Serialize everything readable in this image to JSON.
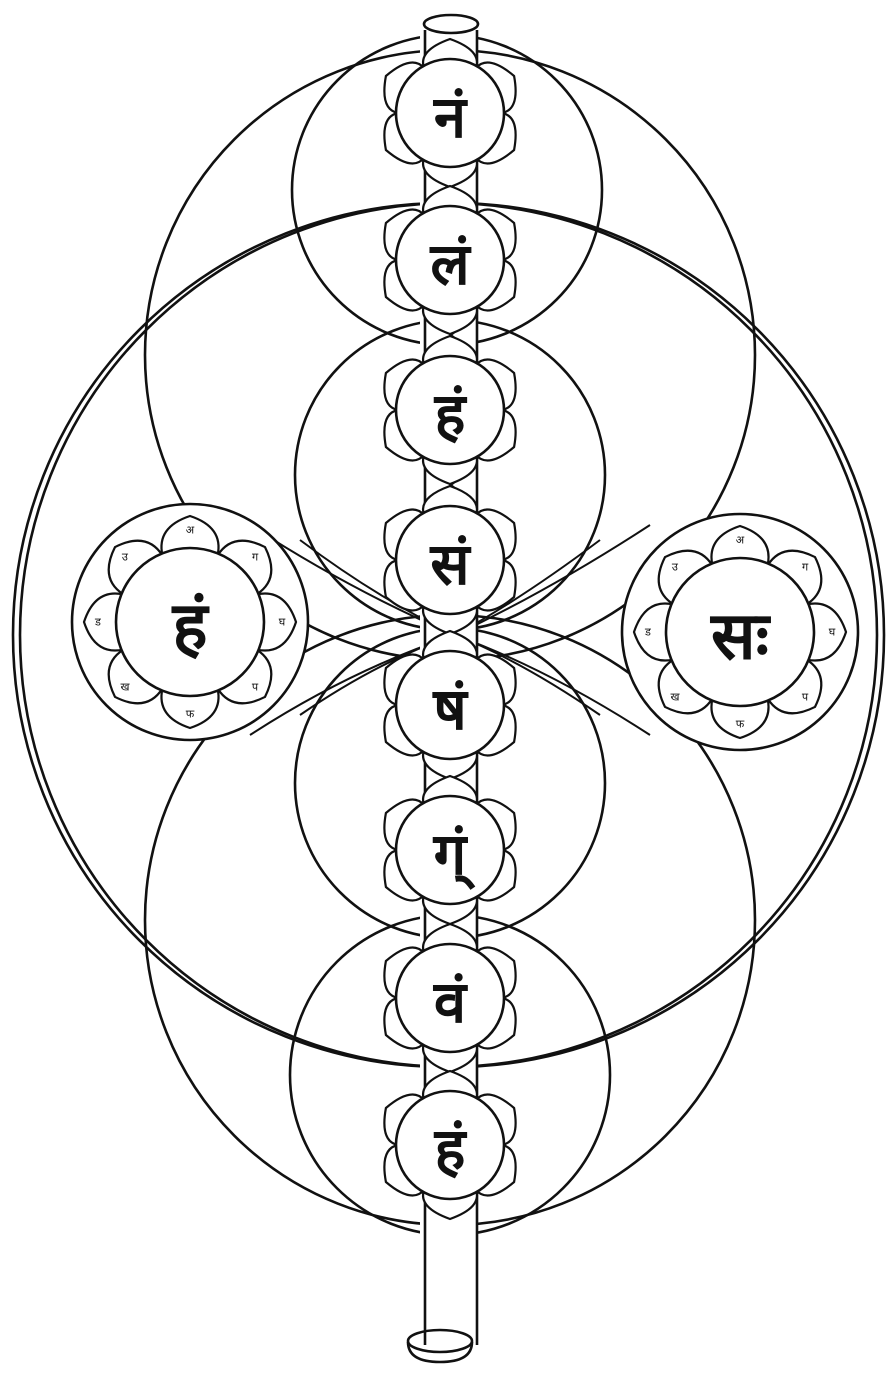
{
  "central_chakras": [
    {
      "syllable": "नं"
    },
    {
      "syllable": "लं"
    },
    {
      "syllable": "हं"
    },
    {
      "syllable": "सं"
    },
    {
      "syllable": "षं"
    },
    {
      "syllable": "ग्ं"
    },
    {
      "syllable": "वं"
    },
    {
      "syllable": "हं"
    }
  ],
  "side_chakras": [
    {
      "syllable": "हं",
      "petal_marks": [
        "अ",
        "ग",
        "घ",
        "प",
        "फ",
        "ख",
        "ड",
        "उ"
      ]
    },
    {
      "syllable": "सः",
      "petal_marks": [
        "अ",
        "ग",
        "घ",
        "प",
        "फ",
        "ख",
        "ड",
        "उ"
      ]
    }
  ],
  "colors": {
    "ink": "#111111",
    "paper": "#ffffff"
  }
}
